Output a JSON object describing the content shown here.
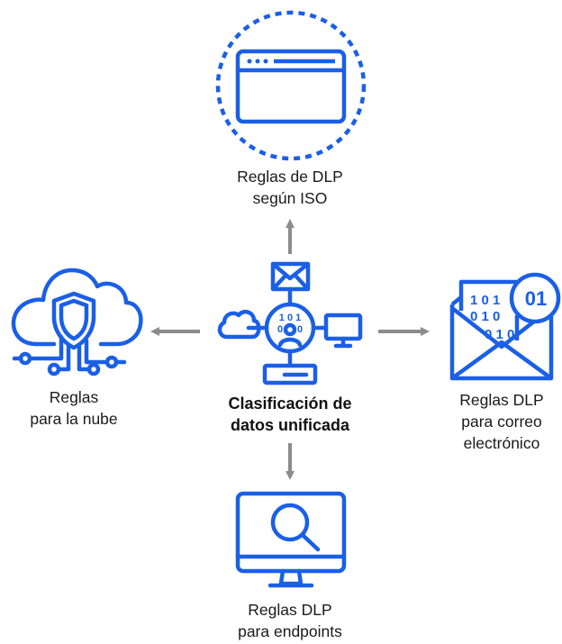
{
  "diagram": {
    "center": {
      "label_line1": "Clasificación de",
      "label_line2": "datos unificada",
      "hub_bits_top": "1 0 1",
      "hub_bits_bottom": "0",
      "hub_bits_bottom2": "0"
    },
    "nodes": {
      "top": {
        "line1": "Reglas de DLP",
        "line2": "según ISO",
        "icon": "browser-window-icon"
      },
      "left": {
        "line1": "Reglas",
        "line2": "para la nube",
        "icon": "cloud-shield-icon"
      },
      "right": {
        "line1": "Reglas DLP",
        "line2": "para correo",
        "line3": "electrónico",
        "icon": "email-binary-icon",
        "badge": "01",
        "bits_row1": "1 0 1",
        "bits_row2": "0 1 0",
        "bits_row3": "0 1 0"
      },
      "bottom": {
        "line1": "Reglas DLP",
        "line2": "para endpoints",
        "icon": "monitor-search-icon"
      }
    },
    "colors": {
      "accent": "#1a5fe6",
      "arrow": "#8c8c8c",
      "text": "#1a1a1a"
    }
  }
}
